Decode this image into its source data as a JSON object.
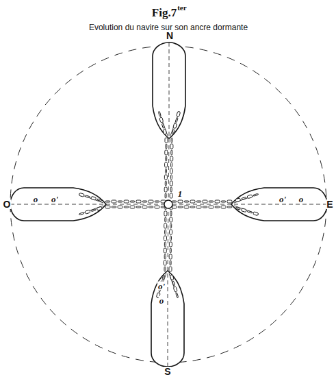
{
  "diagram": {
    "title": "Fig.7",
    "labels": [
      "ter",
      "Evolution du navire sur son ancre dormante",
      "N",
      "S",
      "O",
      "E",
      "1",
      "o",
      "o'",
      "o'",
      "o",
      "o'",
      "o"
    ]
  }
}
